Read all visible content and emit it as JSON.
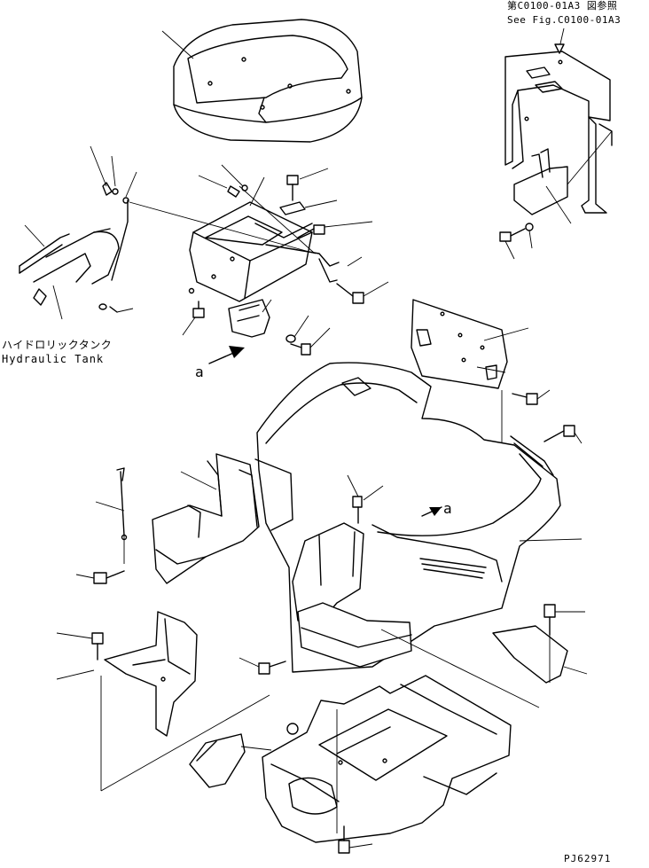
{
  "reference": {
    "line_jp": "第C0100-01A3 図参照",
    "line_en": "See Fig.C0100-01A3"
  },
  "hydraulic_tank": {
    "label_jp": "ハイドロリックタンク",
    "label_en": "Hydraulic Tank"
  },
  "view_markers": {
    "left": "a",
    "right": "a"
  },
  "drawing_code": "PJ62971"
}
